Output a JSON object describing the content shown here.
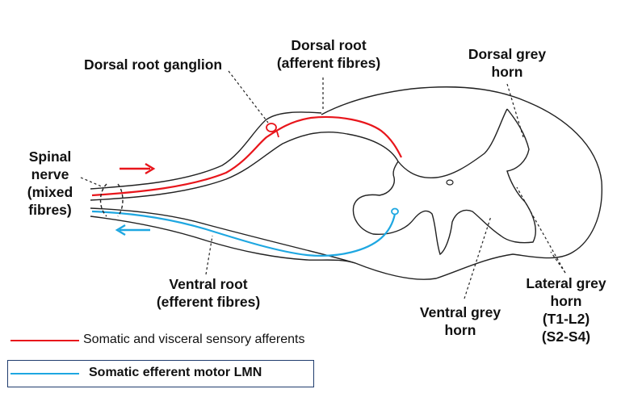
{
  "labels": {
    "drg": "Dorsal root ganglion",
    "dorsal_root_1": "Dorsal root",
    "dorsal_root_2": "(afferent fibres)",
    "dorsal_horn_1": "Dorsal grey",
    "dorsal_horn_2": "horn",
    "spinal_nerve_1": "Spinal",
    "spinal_nerve_2": "nerve",
    "spinal_nerve_3": "(mixed",
    "spinal_nerve_4": "fibres)",
    "ventral_root_1": "Ventral root",
    "ventral_root_2": "(efferent fibres)",
    "ventral_horn_1": "Ventral grey",
    "ventral_horn_2": "horn",
    "lateral_horn_1": "Lateral grey",
    "lateral_horn_2": "horn",
    "lateral_horn_3": "(T1-L2)",
    "lateral_horn_4": "(S2-S4)"
  },
  "legend": {
    "afferent": "Somatic and visceral sensory afferents",
    "efferent": "Somatic efferent motor LMN"
  },
  "colors": {
    "afferent": "#e8151b",
    "efferent": "#1ea7e1",
    "outline": "#222222",
    "legend_border": "#1f3c6e"
  }
}
